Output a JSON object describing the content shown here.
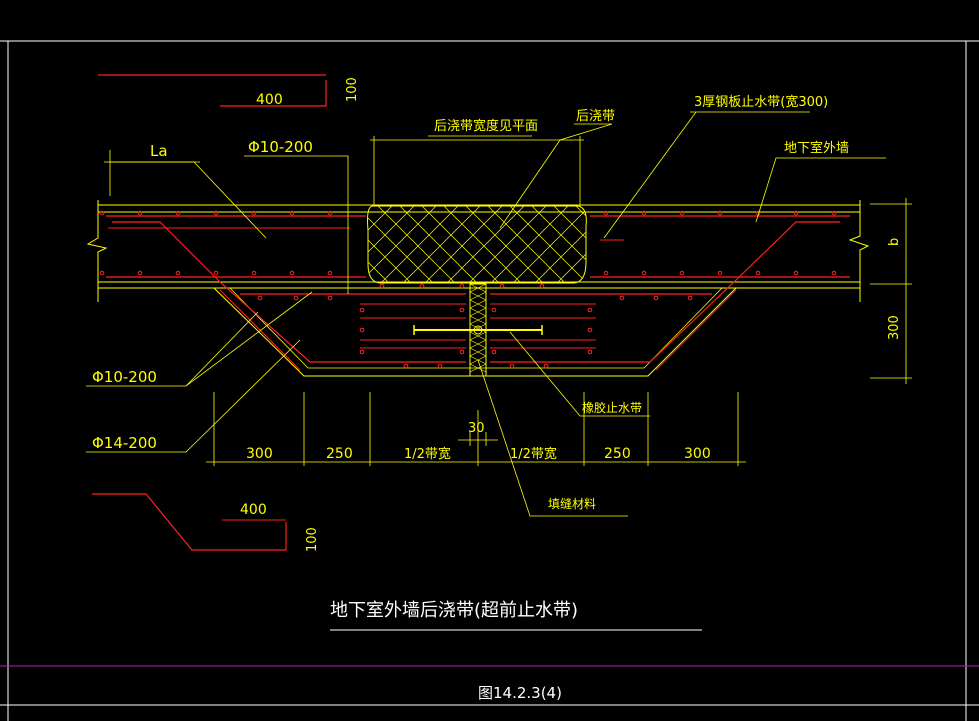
{
  "colors": {
    "background": "#000000",
    "border": "#ffffff",
    "concrete": "#ffff00",
    "rebar": "#ff2020",
    "dimension": "#ffff00",
    "text": "#ffff00",
    "title_text": "#ffffff",
    "magenta_line": "#b020c0"
  },
  "labels": {
    "la": "La",
    "phi10_top": "Φ10-200",
    "phi10_left": "Φ10-200",
    "phi14_left": "Φ14-200",
    "post_pour_width": "后浇带宽度见平面",
    "post_pour_band": "后浇带",
    "steel_waterstop": "3厚钢板止水带(宽300)",
    "basement_wall": "地下室外墙",
    "rubber_waterstop": "橡胶止水带",
    "filler": "填缝材料",
    "b": "b",
    "dim_300_right": "300"
  },
  "detail_top": {
    "length": "400",
    "hook": "100"
  },
  "detail_bottom": {
    "length": "400",
    "hook": "100"
  },
  "dims": [
    "300",
    "250",
    "1/2带宽",
    "1/2带宽",
    "250",
    "300"
  ],
  "dim_30": "30",
  "title": "地下室外墙后浇带(超前止水带)",
  "figure_no": "图14.2.3(4)"
}
